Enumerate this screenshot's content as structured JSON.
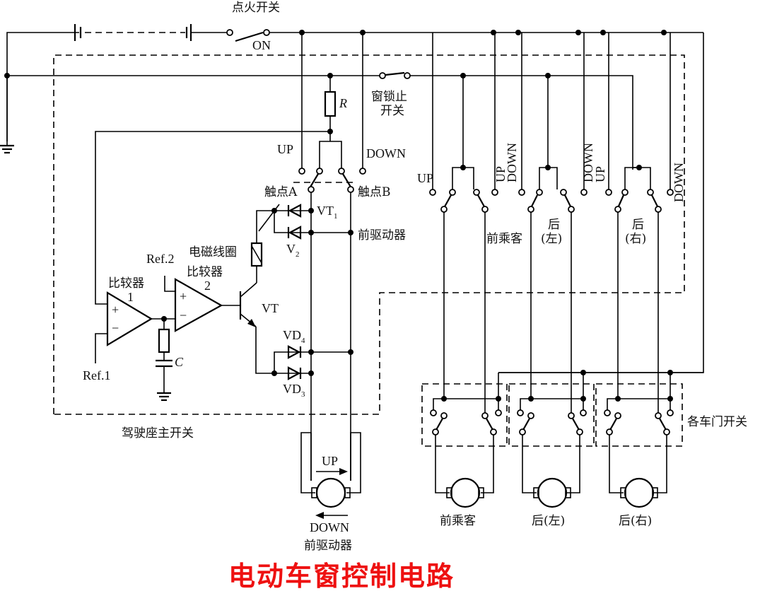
{
  "title": "电动车窗控制电路",
  "title_color": "#ee1111",
  "labels": {
    "ignition_switch": "点火开关",
    "on": "ON",
    "resistor": "R",
    "window_lock_1": "窗锁止",
    "window_lock_2": "开关",
    "up": "UP",
    "down": "DOWN",
    "contact_a": "触点A",
    "contact_b": "触点B",
    "vt1": "VT",
    "vt1_sub": "1",
    "v2": "V",
    "v2_sub": "2",
    "front_driver": "前驱动器",
    "solenoid": "电磁线圈",
    "ref2": "Ref.2",
    "comparator": "比较器",
    "comparator_1_num": "1",
    "comparator_2_num": "2",
    "plus": "+",
    "minus": "−",
    "vt": "VT",
    "vd4": "VD",
    "vd4_sub": "4",
    "vd3": "VD",
    "vd3_sub": "3",
    "capacitor": "C",
    "ref1": "Ref.1",
    "driver_master_switch": "驾驶座主开关",
    "front_passenger": "前乘客",
    "rear": "后",
    "left_paren": "(左)",
    "right_paren": "(右)",
    "rear_left": "后(左)",
    "rear_right": "后(右)",
    "door_switches": "各车门开关",
    "motor_front_driver": "前驱动器",
    "motor_up": "UP",
    "motor_down": "DOWN"
  },
  "icons": {
    "battery": "battery-icon",
    "ground": "ground-icon",
    "motor": "motor-icon",
    "diode": "diode-icon",
    "transistor": "npn-transistor-icon",
    "comparator": "op-amp-icon",
    "resistor": "resistor-icon",
    "capacitor": "capacitor-icon",
    "switch": "switch-icon"
  }
}
